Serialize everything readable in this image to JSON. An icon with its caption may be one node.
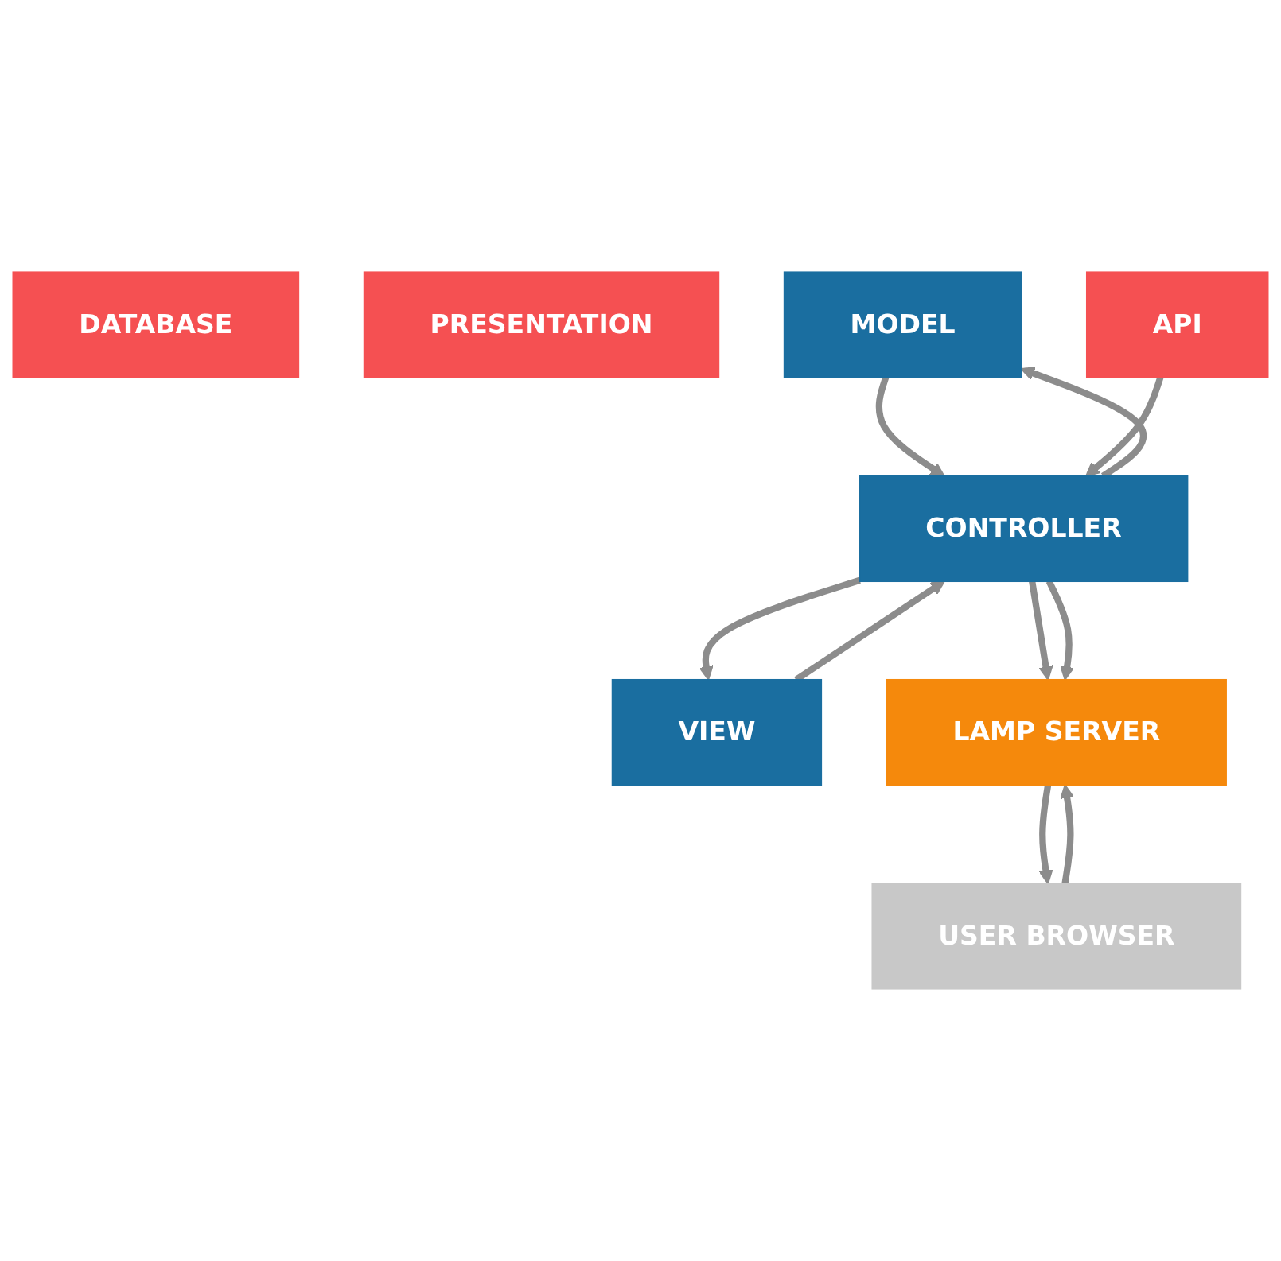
{
  "diagram": {
    "nodes": [
      {
        "text": [
          "DATABASE"
        ]
      },
      {
        "text": [
          "PRESENTATION"
        ]
      },
      {
        "text": [
          "MODEL"
        ]
      },
      {
        "text": [
          "VIEW"
        ]
      },
      {
        "text": [
          "CONTROLLER"
        ]
      },
      {
        "text": [
          "API"
        ]
      },
      {
        "text": [
          "LAMP SERVER"
        ]
      },
      {
        "text": [
          "USER BROWSER"
        ]
      }
    ],
    "edges": [
      {
        "from": 2,
        "to": 4,
        "arrow": "to"
      },
      {
        "from": 4,
        "to": 2,
        "arrow": "to"
      },
      {
        "from": 3,
        "to": 4,
        "arrow": "to"
      },
      {
        "from": 4,
        "to": 3,
        "arrow": "to"
      },
      {
        "from": 4,
        "to": 6,
        "arrow": "to"
      },
      {
        "from": 5,
        "to": 4,
        "arrow": "to"
      },
      {
        "from": 4,
        "to": 6,
        "arrow": "to"
      },
      {
        "from": 7,
        "to": 6,
        "arrow": "to"
      },
      {
        "from": 6,
        "to": 7,
        "arrow": "to"
      }
    ]
  }
}
